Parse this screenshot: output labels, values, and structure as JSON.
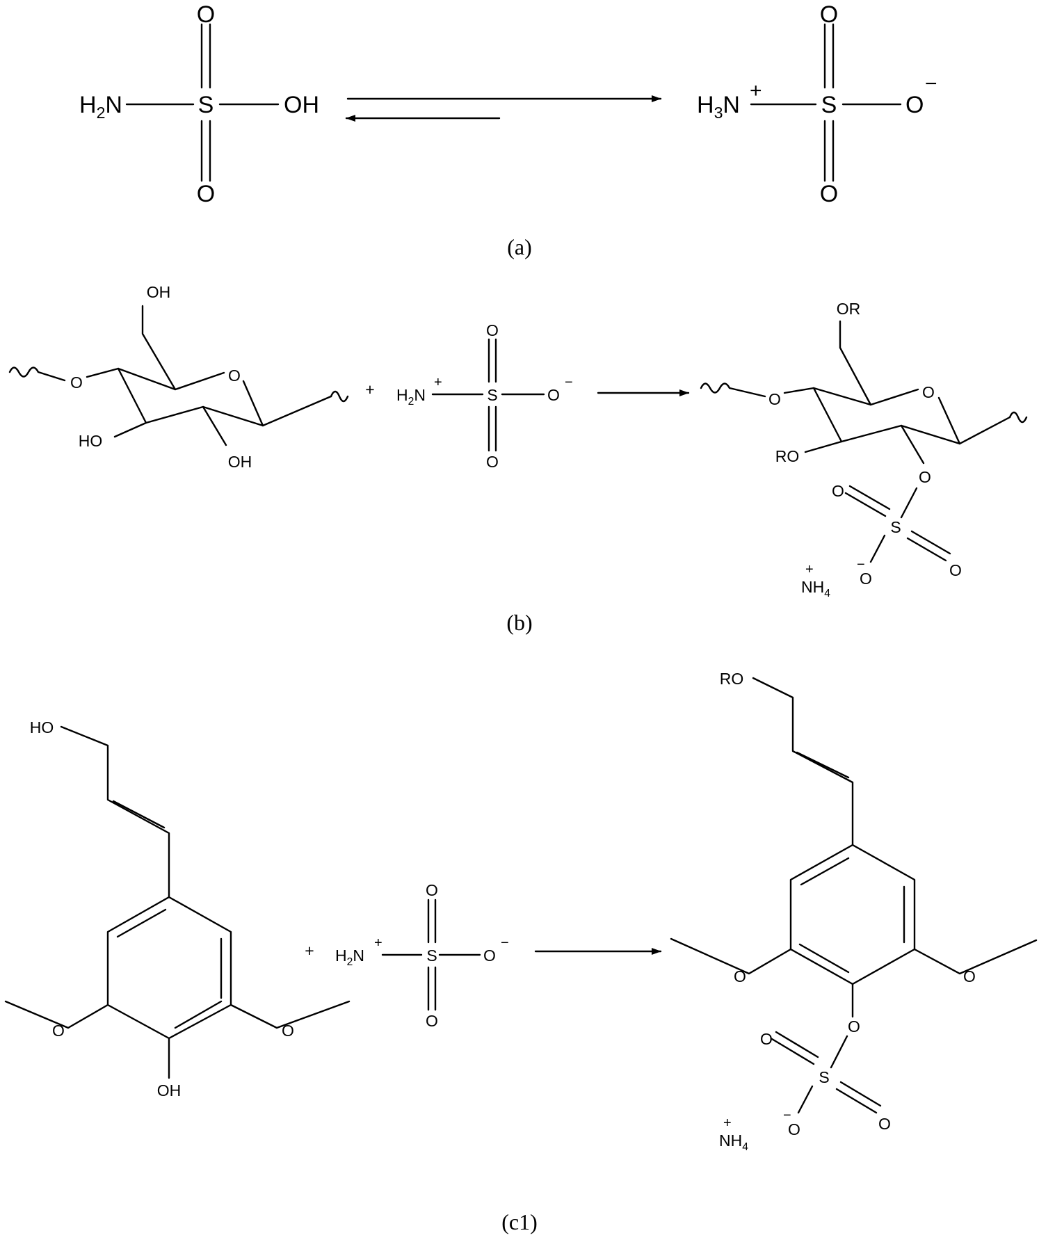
{
  "panel_a": {
    "caption": "(a)",
    "reactant": {
      "amine": "H",
      "amine_sub": "2",
      "amine_n": "N",
      "sulfur": "S",
      "oxo_top": "O",
      "oxo_bottom": "O",
      "hydroxyl": "OH"
    },
    "product": {
      "amine": "H",
      "amine_sub": "3",
      "amine_n": "N",
      "amine_charge": "+",
      "sulfur": "S",
      "oxo_top": "O",
      "oxo_bottom": "O",
      "oxide": "O",
      "oxide_charge": "−"
    }
  },
  "panel_b": {
    "caption": "(b)",
    "plus": "+",
    "cellulose": {
      "oh6": "OH",
      "ring_o": "O",
      "link_o": "O",
      "oh3": "HO",
      "oh2": "OH"
    },
    "reagent": {
      "amine": "H",
      "amine_sub": "2",
      "amine_n": "N",
      "amine_charge": "+",
      "sulfur": "S",
      "oxo_top": "O",
      "oxo_bottom": "O",
      "oxide": "O",
      "oxide_charge": "−"
    },
    "product": {
      "or6": "OR",
      "ring_o": "O",
      "link_o": "O",
      "or3": "RO",
      "ester_o": "O",
      "sulfur": "S",
      "oxo_left": "O",
      "oxo_right": "O",
      "oxide": "O",
      "oxide_charge": "−",
      "ammonium": "NH",
      "ammonium_sub": "4",
      "ammonium_charge": "+"
    }
  },
  "panel_c1": {
    "caption": "(c1)",
    "plus": "+",
    "alcohol": {
      "oh_allyl": "HO",
      "ome_left": "O",
      "ome_right": "O",
      "oh_phenol": "OH"
    },
    "reagent": {
      "amine": "H",
      "amine_sub": "2",
      "amine_n": "N",
      "amine_charge": "+",
      "sulfur": "S",
      "oxo_top": "O",
      "oxo_bottom": "O",
      "oxide": "O",
      "oxide_charge": "−"
    },
    "product": {
      "or_allyl": "RO",
      "ome_left": "O",
      "ome_right": "O",
      "ester_o": "O",
      "sulfur": "S",
      "oxo_left": "O",
      "oxo_right": "O",
      "oxide": "O",
      "oxide_charge": "−",
      "ammonium": "NH",
      "ammonium_sub": "4",
      "ammonium_charge": "+"
    }
  }
}
